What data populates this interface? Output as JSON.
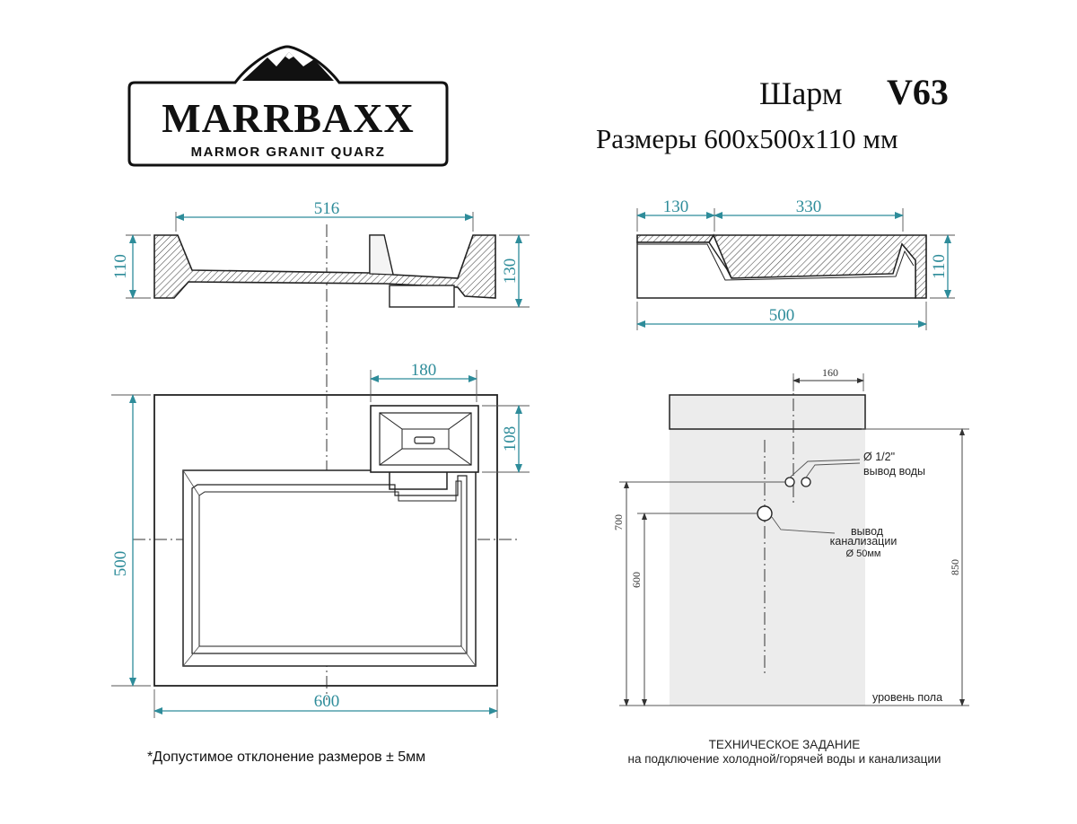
{
  "logo": {
    "brand": "MARRBAXX",
    "tagline": "MARMOR GRANIT QUARZ"
  },
  "product": {
    "model_prefix": "Шарм",
    "model_code": "V63",
    "dimensions_text": "Размеры 600х500х110 мм"
  },
  "section_front": {
    "width": "516",
    "left_height": "110",
    "right_height": "130"
  },
  "section_side": {
    "left_part": "130",
    "right_part": "330",
    "height": "110",
    "depth": "500"
  },
  "plan_view": {
    "overflow_width": "180",
    "overflow_height": "108",
    "depth": "500",
    "width": "600"
  },
  "install": {
    "offset": "160",
    "water_dia": "Ø 1/2\"",
    "water_label": "вывод воды",
    "drain_label_1": "вывод",
    "drain_label_2": "канализации",
    "drain_dia": "Ø 50мм",
    "water_height": "700",
    "drain_height": "600",
    "top_height": "850",
    "floor_label": "уровень пола"
  },
  "notes": {
    "tolerance": "*Допустимое отклонение размеров ± 5мм",
    "spec_title": "ТЕХНИЧЕСКОЕ ЗАДАНИЕ",
    "spec_subtitle": "на подключение холодной/горячей воды и канализации"
  },
  "colors": {
    "dimension": "#2e8c9a",
    "outline": "#222222",
    "wall_area": "#ececec"
  }
}
